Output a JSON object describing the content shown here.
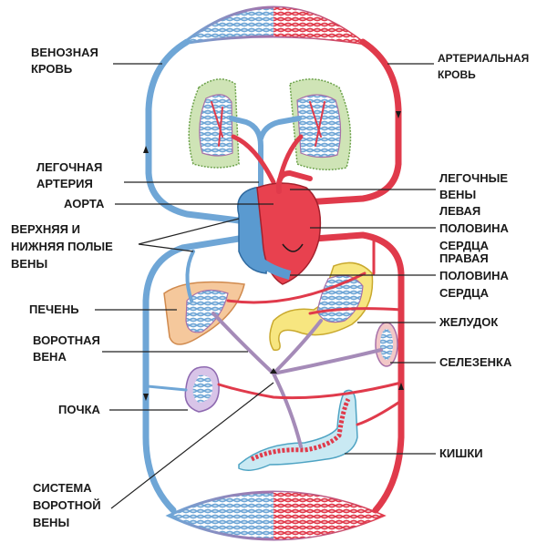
{
  "labels": {
    "venous_blood": [
      "ВЕНОЗНАЯ",
      "КРОВЬ"
    ],
    "arterial_blood": [
      "АРТЕРИАЛЬНАЯ",
      "КРОВЬ"
    ],
    "pulmonary_artery": [
      "ЛЕГОЧНАЯ",
      "АРТЕРИЯ"
    ],
    "aorta": "АОРТА",
    "vena_cava": [
      "ВЕРХНЯЯ И",
      "НИЖНЯЯ ПОЛЫЕ",
      "ВЕНЫ"
    ],
    "liver": "ПЕЧЕНЬ",
    "portal_vein": [
      "ВОРОТНАЯ",
      "ВЕНА"
    ],
    "kidney": "ПОЧКА",
    "portal_system": [
      "СИСТЕМА",
      "ВОРОТНОЙ",
      "ВЕНЫ"
    ],
    "pulmonary_veins": [
      "ЛЕГОЧНЫЕ",
      "ВЕНЫ"
    ],
    "left_heart": [
      "ЛЕВАЯ",
      "ПОЛОВИНА",
      "СЕРДЦА"
    ],
    "right_heart": [
      "ПРАВАЯ",
      "ПОЛОВИНА",
      "СЕРДЦА"
    ],
    "stomach": "ЖЕЛУДОК",
    "spleen": "СЕЛЕЗЕНКА",
    "intestines": "КИШКИ"
  },
  "colors": {
    "vein": "#6fa6d6",
    "artery": "#e03a4b",
    "portal": "#a58bb8",
    "lung": "#8ec06c",
    "liver": "#f2b98a",
    "stomach": "#f6e27a"
  }
}
